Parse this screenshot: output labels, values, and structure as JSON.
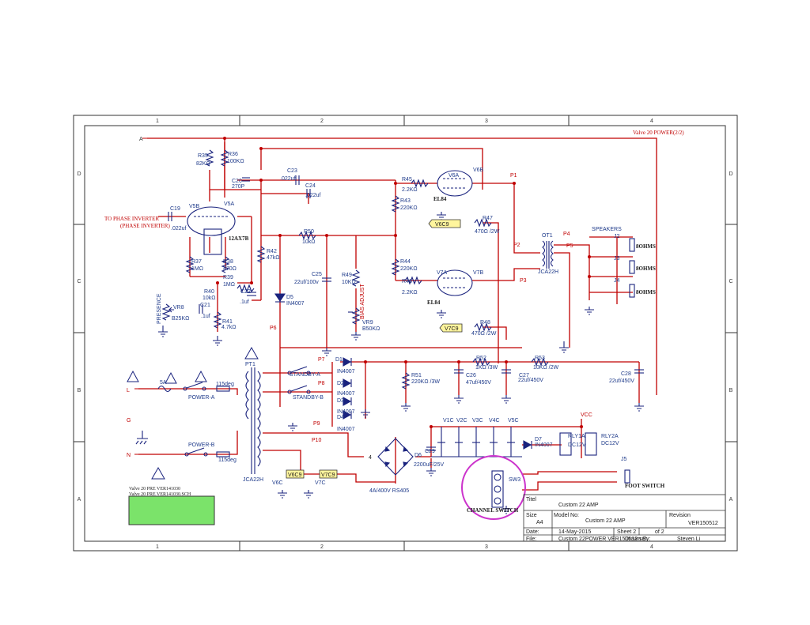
{
  "sheet": {
    "columns": [
      "1",
      "2",
      "3",
      "4"
    ],
    "rows": [
      "D",
      "C",
      "B",
      "A"
    ],
    "page_note": "Valve 20  POWER(2/2)"
  },
  "labels": {
    "node_a": "A",
    "to_phase_inverter": "TO PHASE INVERTER",
    "phase_inverter": "(PHASE INVERTER)",
    "presence": "PRESENCE",
    "bias_adjust": "BIAS ADJUST",
    "el84_top": "EL84",
    "el84_bottom": "EL84",
    "speakers": "SPEAKERS",
    "standby_a": "STANDBY-A",
    "standby_b": "STANDBY-B",
    "power_a": "POWER-A",
    "power_b": "POWER-B",
    "channel_switch": "CHANNEL SWITCH",
    "foot_switch": "FOOT SWITCH",
    "l_in": "L",
    "g_in": "G",
    "n_in": "N",
    "fuse": "5A",
    "deg1": "115deg",
    "deg2": "115deg",
    "rectifier": "4A/400V RS405",
    "v6c9_top": "V6C9",
    "v7c9_top": "V7C9",
    "v6c9_bottom": "V6C9",
    "v7c9_bottom": "V7C9",
    "vcc": "VCC",
    "tube_12ax7b": "12AX7B"
  },
  "components": {
    "r35": "R35",
    "r35v": "82KΩ",
    "r36": "R36",
    "r36v": "100KΩ",
    "c19": "C19",
    "c19v": ".022uf",
    "c20": "C20",
    "c20v": "270P",
    "c23": "C23",
    "c23v": ".022uf",
    "c24": "C24",
    "c24v": ".022uf",
    "v5b": "V5B",
    "v5a": "V5A",
    "r37": "R37",
    "r37v": "1MΩ",
    "r38": "R38",
    "r38v": "470Ω",
    "r39": "R39",
    "r39v": "1MΩ",
    "r40": "R40",
    "r40v": "10kΩ",
    "r41": "R41",
    "r41v": "4.7kΩ",
    "r42": "R42",
    "r42v": "47kΩ",
    "c21": "C21",
    "c21v": ".1uf",
    "c22": "C22",
    "c22v": ".1uf",
    "vr8": "VR8",
    "vr8v": "B25KΩ",
    "r50": "R50",
    "r50v": "10kΩ",
    "c25": "C25",
    "c25v": "22uf/100v",
    "r49": "R49",
    "r49v": "10KΩ",
    "vr9": "VR9",
    "vr9v": "B50KΩ",
    "d5": "D5",
    "d5v": "IN4007",
    "r45": "R45",
    "r45v": "2.2KΩ",
    "r43": "R43",
    "r43v": "220KΩ",
    "r44": "R44",
    "r44v": "220KΩ",
    "r46": "R46",
    "r46v": "2.2KΩ",
    "v6a": "V6A",
    "v6b": "V6B",
    "v7a": "V7A",
    "v7b": "V7B",
    "r47": "R47",
    "r47v": "470Ω /2W",
    "r48": "R48",
    "r48v": "470Ω /2W",
    "ot1": "OT1",
    "ot1v": "JCA22H",
    "j2": "J2",
    "j3": "J3",
    "j4": "J4",
    "ohm8": "8OHMS",
    "ohm8b": "8OHMS",
    "ohm8c": "8OHMS",
    "d1": "D1",
    "d1v": "IN4007",
    "d2": "D2",
    "d2v": "IN4007",
    "d3": "D3",
    "d3v": "IN4007",
    "d4": "D4",
    "d4v": "IN4007",
    "r51": "R51",
    "r51v": "220KΩ /3W",
    "c26": "C26",
    "c26v": "47uf/450V",
    "r52": "R52",
    "r52v": "1KΩ /3W",
    "c27": "C27",
    "c27v": "22uf/450V",
    "r53": "R53",
    "r53v": "10KΩ /2W",
    "c28": "C28",
    "c28v": "22uf/450V",
    "pt1": "PT1",
    "pt1v": "JCA22H",
    "c29": "C29",
    "c29v": "2200uF/25V",
    "d6": "D6",
    "v1c": "V1C",
    "v2c": "V2C",
    "v3c": "V3C",
    "v4c": "V4C",
    "v5c": "V5C",
    "d7": "D7",
    "d7v": "IN4007",
    "rly1": "RLY1A",
    "rly1v": "DC12V",
    "rly2": "RLY2A",
    "rly2v": "DC12V",
    "j5": "J5",
    "sw3": "SW3",
    "v6c": "V6C",
    "v7c": "V7C",
    "p6": "P6",
    "p7": "P7",
    "p8": "P8",
    "p9": "P9",
    "p10": "P10",
    "p1": "P1",
    "p2": "P2",
    "p3": "P3",
    "p4": "P4",
    "p5": "P5"
  },
  "notes": {
    "line1": "Valve 20 PRE VER141030",
    "line2": "Valve 20 PRE VER141030.SCH"
  },
  "title_block": {
    "title_label": "Titel",
    "title": "Custom 22  AMP",
    "size_label": "Size",
    "size": "A4",
    "model_label": "Model No:",
    "model": "Custom 22 AMP",
    "revision_label": "Revision",
    "revision": "VER150512",
    "date_label": "Date:",
    "date": "14-May-2015",
    "sheet": "Sheet 2",
    "of": "of    2",
    "file_label": "File:",
    "file": "Custom 22POWER VER150512.sch",
    "drawn_label": "Drawn By:",
    "drawn": "Steven Li"
  },
  "colors": {
    "wire": "#c00000",
    "component": "#1a237e",
    "frame": "#333333",
    "label_blue": "#1e3a8a",
    "highlight_circle": "#cc33cc",
    "note_box": "#7be36a",
    "net_label_fill": "#fff59d"
  }
}
